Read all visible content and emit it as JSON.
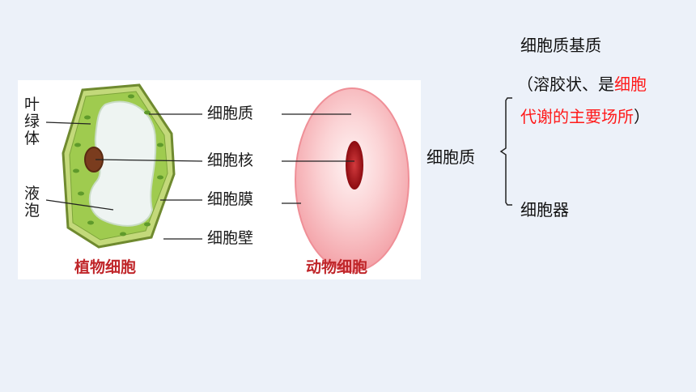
{
  "figure": {
    "plant_labels": {
      "chloroplast": "叶绿体",
      "vacuole": "液泡"
    },
    "center_labels": {
      "cytoplasm": "细胞质",
      "nucleus": "细胞核",
      "membrane": "细胞膜",
      "wall": "细胞壁"
    },
    "captions": {
      "plant": "植物细胞",
      "animal": "动物细胞"
    }
  },
  "outline": {
    "root": "细胞质",
    "matrix_title": "细胞质基质",
    "matrix_desc_prefix": "（溶胶状、是",
    "matrix_desc_red_1": "细胞",
    "matrix_desc_red_2": "代谢的主要场所",
    "matrix_desc_suffix": "）",
    "organelles": "细胞器"
  },
  "colors": {
    "highlight": "#ff1a1a",
    "caption": "#c0262a",
    "plant_cytoplasm": "#9fcb4f",
    "animal_cell": "#f6aeb2",
    "animal_nucleus": "#9b0f14"
  }
}
